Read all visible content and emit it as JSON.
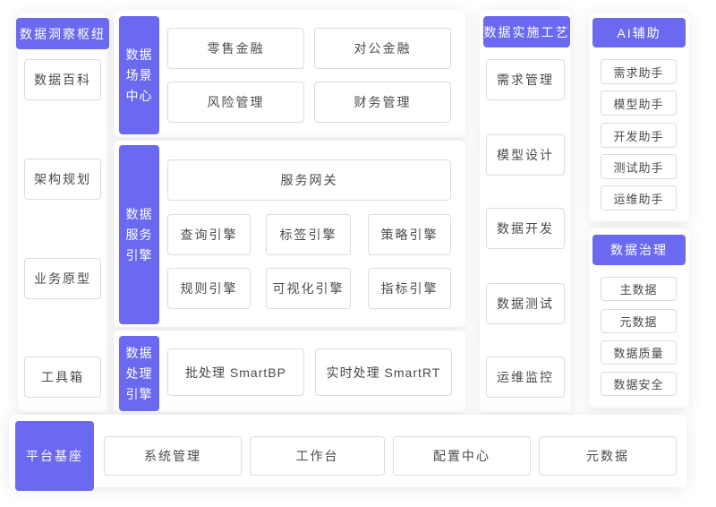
{
  "colors": {
    "accent": "#6b69f0",
    "card_border": "#dcdcdc",
    "card_text": "#4a4a4a"
  },
  "groups": {
    "insight_hub": {
      "title": "数据洞察枢纽",
      "items": [
        "数据百科",
        "架构规划",
        "业务原型",
        "工具箱"
      ]
    },
    "scene_center": {
      "title": "数据场景中心",
      "items": [
        "零售金融",
        "对公金融",
        "风险管理",
        "财务管理"
      ]
    },
    "service_engine": {
      "title": "数据服务引擎",
      "gateway": "服务网关",
      "items": [
        "查询引擎",
        "标签引擎",
        "策略引擎",
        "规则引擎",
        "可视化引擎",
        "指标引擎"
      ]
    },
    "processing_engine": {
      "title": "数据处理引擎",
      "items": [
        "批处理 SmartBP",
        "实时处理 SmartRT"
      ]
    },
    "implementation": {
      "title": "数据实施工艺",
      "items": [
        "需求管理",
        "模型设计",
        "数据开发",
        "数据测试",
        "运维监控"
      ]
    },
    "ai_assist": {
      "title": "AI辅助",
      "items": [
        "需求助手",
        "模型助手",
        "开发助手",
        "测试助手",
        "运维助手"
      ]
    },
    "governance": {
      "title": "数据治理",
      "items": [
        "主数据",
        "元数据",
        "数据质量",
        "数据安全"
      ]
    },
    "platform_base": {
      "title": "平台基座",
      "items": [
        "系统管理",
        "工作台",
        "配置中心",
        "元数据"
      ]
    }
  }
}
